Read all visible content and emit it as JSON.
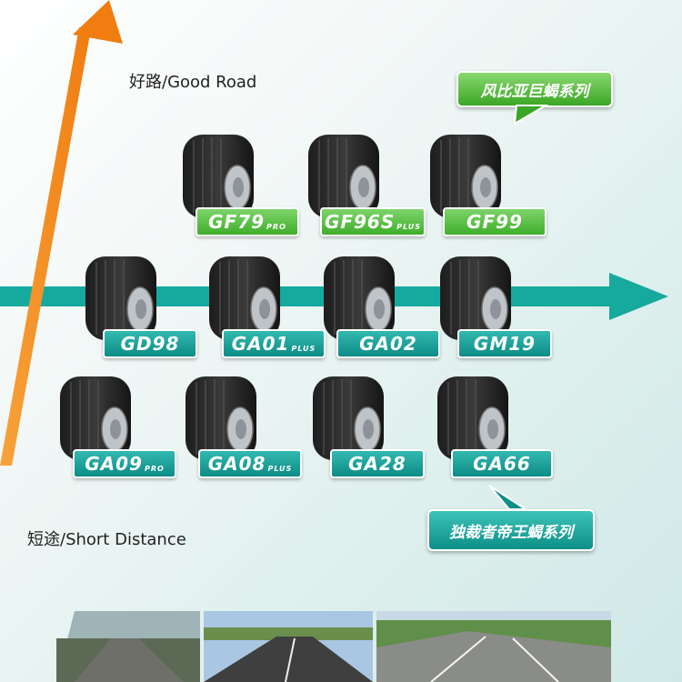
{
  "axis": {
    "top_label": "好路/Good Road",
    "bottom_label": "短途/Short Distance"
  },
  "callouts": {
    "green": "风比亚巨蝎系列",
    "teal": "独裁者帝王蝎系列"
  },
  "rows": [
    {
      "color": "green",
      "tires": [
        {
          "name": "GF79",
          "suffix": "PRO"
        },
        {
          "name": "GF96S",
          "suffix": "PLUS"
        },
        {
          "name": "GF99",
          "suffix": ""
        }
      ]
    },
    {
      "color": "teal",
      "tires": [
        {
          "name": "GD98",
          "suffix": ""
        },
        {
          "name": "GA01",
          "suffix": "PLUS"
        },
        {
          "name": "GA02",
          "suffix": ""
        },
        {
          "name": "GM19",
          "suffix": ""
        }
      ]
    },
    {
      "color": "teal",
      "tires": [
        {
          "name": "GA09",
          "suffix": "PRO"
        },
        {
          "name": "GA08",
          "suffix": "PLUS"
        },
        {
          "name": "GA28",
          "suffix": ""
        },
        {
          "name": "GA66",
          "suffix": ""
        }
      ]
    }
  ],
  "colors": {
    "orange_arrow": "#f28c1a",
    "teal_arrow": "#12a89d",
    "green_tag": "#44b130",
    "teal_tag": "#0f9890"
  }
}
